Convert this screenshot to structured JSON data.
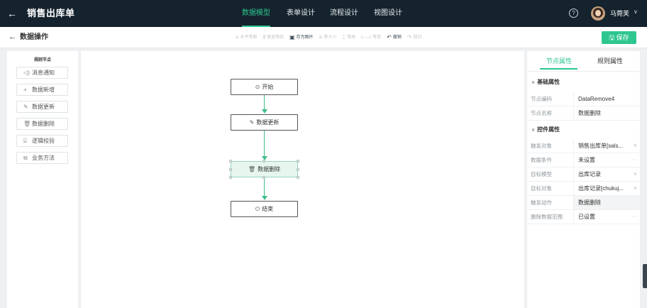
{
  "header": {
    "back_icon": "arrow-left-icon",
    "title": "销售出库单",
    "tabs": [
      {
        "label": "数据模型",
        "active": true
      },
      {
        "label": "表单设计",
        "active": false
      },
      {
        "label": "流程设计",
        "active": false
      },
      {
        "label": "视图设计",
        "active": false
      }
    ],
    "help_glyph": "?",
    "user_name": "马菀芙",
    "user_caret": "∨"
  },
  "subheader": {
    "back_icon": "arrow-left-icon",
    "title": "数据操作",
    "toolbar": [
      {
        "icon": "≡",
        "label": "水平等距"
      },
      {
        "icon": "⫴",
        "label": "垂直等距"
      },
      {
        "icon": "▣",
        "label": "存为图片"
      },
      {
        "icon": "≡",
        "label": "等大小"
      },
      {
        "icon": "⌶",
        "label": "等高"
      },
      {
        "icon": "⊢⊣",
        "label": "等宽"
      },
      {
        "icon": "↶",
        "label": "撤销"
      },
      {
        "icon": "↷",
        "label": "回归"
      }
    ],
    "save_label": "保存",
    "save_icon": "🖫"
  },
  "palette": {
    "title": "规则节点",
    "items": [
      {
        "icon": "◁)",
        "label": "消息通知"
      },
      {
        "icon": "+",
        "label": "数据新增"
      },
      {
        "icon": "✎",
        "label": "数据更新"
      },
      {
        "icon": "🗑",
        "label": "数据删除"
      },
      {
        "icon": "⌸",
        "label": "逻辑校验"
      },
      {
        "icon": "⧉",
        "label": "业务方法"
      }
    ]
  },
  "flow": {
    "nodes": [
      {
        "icon": "⊙",
        "label": "开始"
      },
      {
        "icon": "✎",
        "label": "数据更新"
      },
      {
        "icon": "🗑",
        "label": "数据删除",
        "selected": true
      },
      {
        "icon": "⏻",
        "label": "结束"
      }
    ]
  },
  "props": {
    "tabs": [
      {
        "label": "节点属性",
        "active": true
      },
      {
        "label": "规则属性",
        "active": false
      }
    ],
    "sections": {
      "basic": "基础属性",
      "control": "控件属性",
      "caret": "∨"
    },
    "basic_rows": [
      {
        "label": "节点编码",
        "value": "DataRemove4"
      },
      {
        "label": "节点名称",
        "value": "数据删除"
      }
    ],
    "control_rows": [
      {
        "label": "触发对象",
        "value": "销售出库单[sals...",
        "suffix": "∨"
      },
      {
        "label": "数据条件",
        "value": "未设置",
        "suffix": "···"
      },
      {
        "label": "目标模型",
        "value": "出库记录",
        "suffix": "∨"
      },
      {
        "label": "目标对象",
        "value": "出库记录[chukuj...",
        "suffix": "∨"
      },
      {
        "label": "触发动作",
        "value": "数据删除",
        "readonly": true
      },
      {
        "label": "删除数据范围",
        "value": "已设置",
        "suffix": "···"
      }
    ]
  }
}
